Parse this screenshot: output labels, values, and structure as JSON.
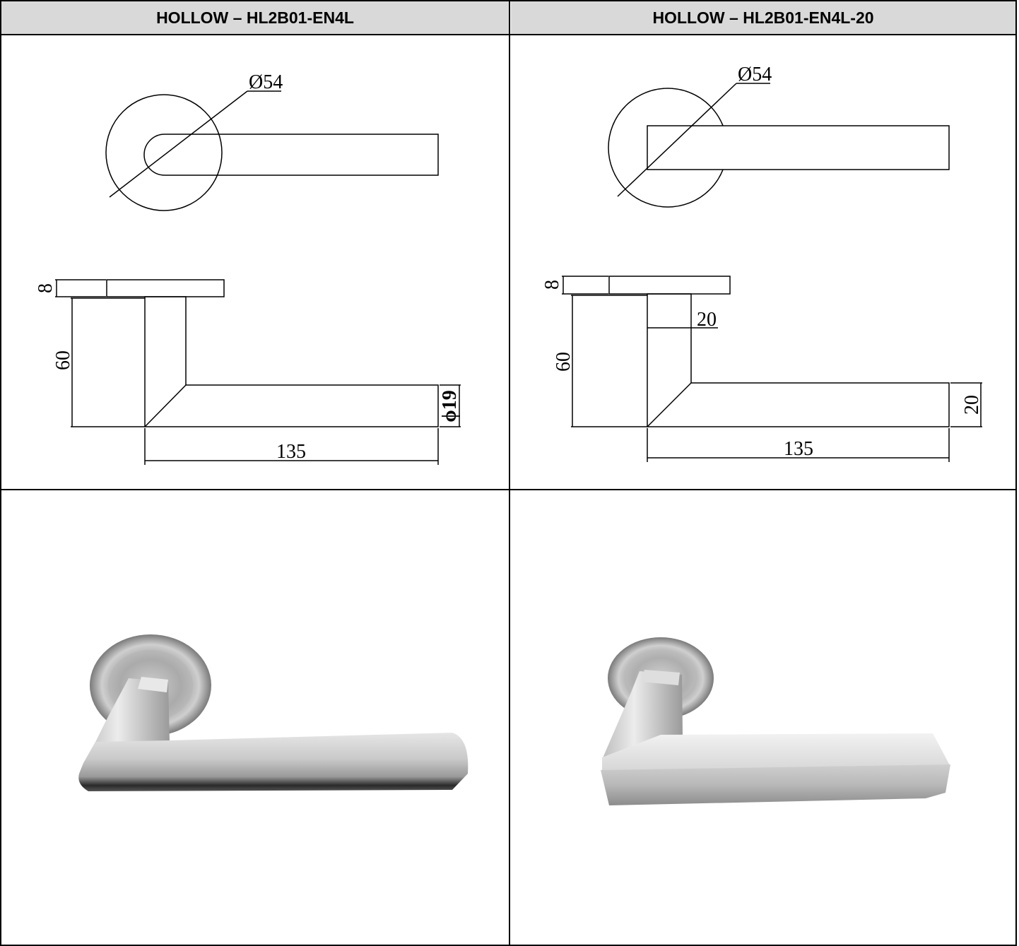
{
  "columns": [
    {
      "title": "HOLLOW – HL2B01-EN4L",
      "dims": {
        "rose_dia": "Ø54",
        "rose_thk": "8",
        "height": "60",
        "bar": "ϕ19",
        "length": "135"
      },
      "photo": "round-bar-lever-photo"
    },
    {
      "title": "HOLLOW – HL2B01-EN4L-20",
      "dims": {
        "rose_dia": "Ø54",
        "rose_thk": "8",
        "height": "60",
        "neck": "20",
        "bar": "20",
        "length": "135"
      },
      "photo": "square-bar-lever-photo"
    }
  ],
  "colors": {
    "header_bg": "#d9d9d9",
    "line": "#000000",
    "steel": "#a8a8a8"
  }
}
